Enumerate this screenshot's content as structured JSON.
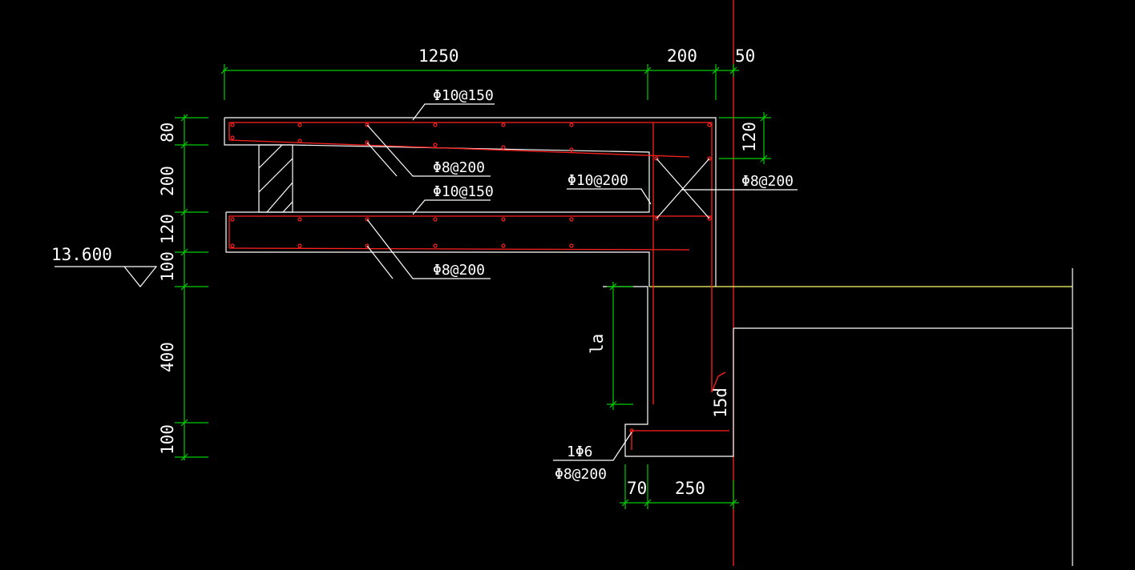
{
  "colors": {
    "background": "#000000",
    "dimension": "#00cc00",
    "outline": "#ffffff",
    "rebar": "#ff2020",
    "ground": "#ffff66"
  },
  "dims": {
    "top": [
      "1250",
      "200",
      "50"
    ],
    "left": [
      "80",
      "200",
      "120",
      "100",
      "400",
      "100"
    ],
    "right_120": "120",
    "bottom": [
      "70",
      "250"
    ],
    "la": "la",
    "hook": "15d"
  },
  "elevation": "13.600",
  "notes": {
    "top_bar_upper": "Φ10@150",
    "dist_upper": "Φ8@200",
    "top_bar_lower": "Φ10@150",
    "dist_lower": "Φ8@200",
    "wall_bar": "Φ10@200",
    "cross_bar": "Φ8@200",
    "corner_bar": "1Φ6",
    "stirrup": "Φ8@200"
  }
}
